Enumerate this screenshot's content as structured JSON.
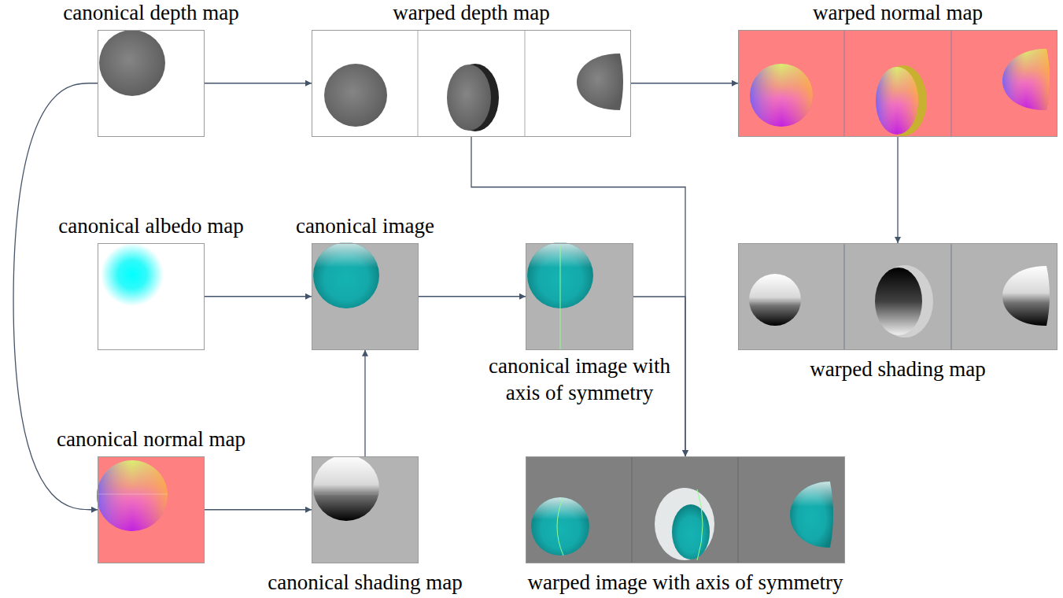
{
  "diagram": {
    "nodes": [
      {
        "text": [
          "canonical depth map"
        ]
      },
      {
        "text": [
          "warped depth map"
        ]
      },
      {
        "text": [
          "warped normal map"
        ]
      },
      {
        "text": [
          "canonical albedo map"
        ]
      },
      {
        "text": [
          "canonical image"
        ]
      },
      {
        "text": [
          "canonical image with axis of symmetry"
        ]
      },
      {
        "text": [
          "warped shading map"
        ]
      },
      {
        "text": [
          "canonical normal map"
        ]
      },
      {
        "text": [
          "canonical shading map"
        ]
      },
      {
        "text": [
          "warped image with axis of symmetry"
        ]
      }
    ],
    "edges": [
      {
        "from": 0,
        "to": 1,
        "arrow": "to"
      },
      {
        "from": 1,
        "to": 2,
        "arrow": "to"
      },
      {
        "from": 2,
        "to": 6,
        "arrow": "to"
      },
      {
        "from": 0,
        "to": 7,
        "arrow": "to"
      },
      {
        "from": 7,
        "to": 8,
        "arrow": "to"
      },
      {
        "from": 8,
        "to": 4,
        "arrow": "to"
      },
      {
        "from": 3,
        "to": 4,
        "arrow": "to"
      },
      {
        "from": 4,
        "to": 5,
        "arrow": "to"
      },
      {
        "from": 1,
        "to": 9,
        "arrow": "to"
      },
      {
        "from": 5,
        "to": 9,
        "arrow": "to"
      }
    ]
  }
}
